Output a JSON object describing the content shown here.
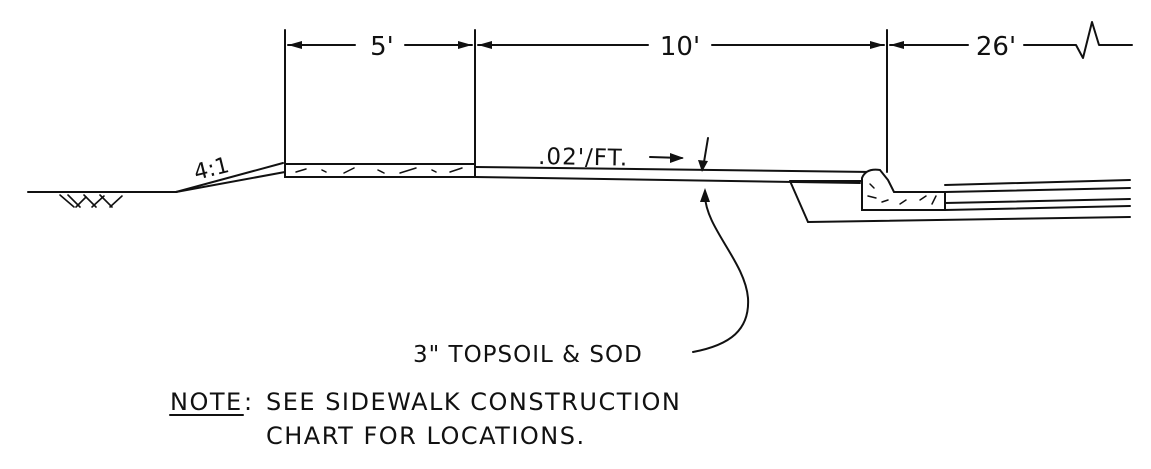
{
  "dimensions": {
    "sidewalk_width": "5'",
    "grass_strip_width": "10'",
    "roadway_width": "26'"
  },
  "labels": {
    "side_slope": "4:1",
    "cross_slope": ".02'/FT.",
    "topsoil": "3\" TOPSOIL & SOD"
  },
  "note": {
    "heading": "NOTE",
    "separator": ":",
    "line1": "SEE SIDEWALK CONSTRUCTION",
    "line2": "CHART FOR LOCATIONS."
  }
}
